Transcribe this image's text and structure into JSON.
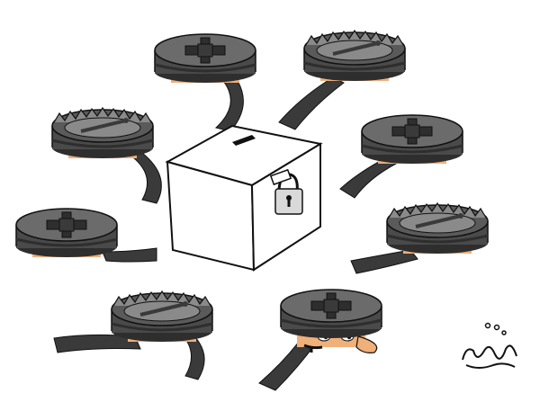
{
  "cartoon": {
    "signature_text": "signature",
    "colors": {
      "background": "#ffffff",
      "trap_dark": "#4a4a4a",
      "trap_mid": "#6b6b6b",
      "trap_light": "#8a8a8a",
      "trap_shadow": "#2e2e2e",
      "ballot_box": "#ffffff",
      "outline": "#111111",
      "skin": "#f0b07a",
      "padlock": "#d9d9d9"
    },
    "figures": [
      {
        "name": "trap-figure-top-center",
        "trap": "closed"
      },
      {
        "name": "trap-figure-top-right",
        "trap": "open"
      },
      {
        "name": "trap-figure-upper-left",
        "trap": "open"
      },
      {
        "name": "trap-figure-right",
        "trap": "closed"
      },
      {
        "name": "trap-figure-left",
        "trap": "closed"
      },
      {
        "name": "trap-figure-lower-right",
        "trap": "open"
      },
      {
        "name": "trap-figure-bottom-left",
        "trap": "open"
      },
      {
        "name": "trap-figure-bottom-center",
        "trap": "closed"
      }
    ],
    "center_object": "ballot-box-with-padlock"
  }
}
